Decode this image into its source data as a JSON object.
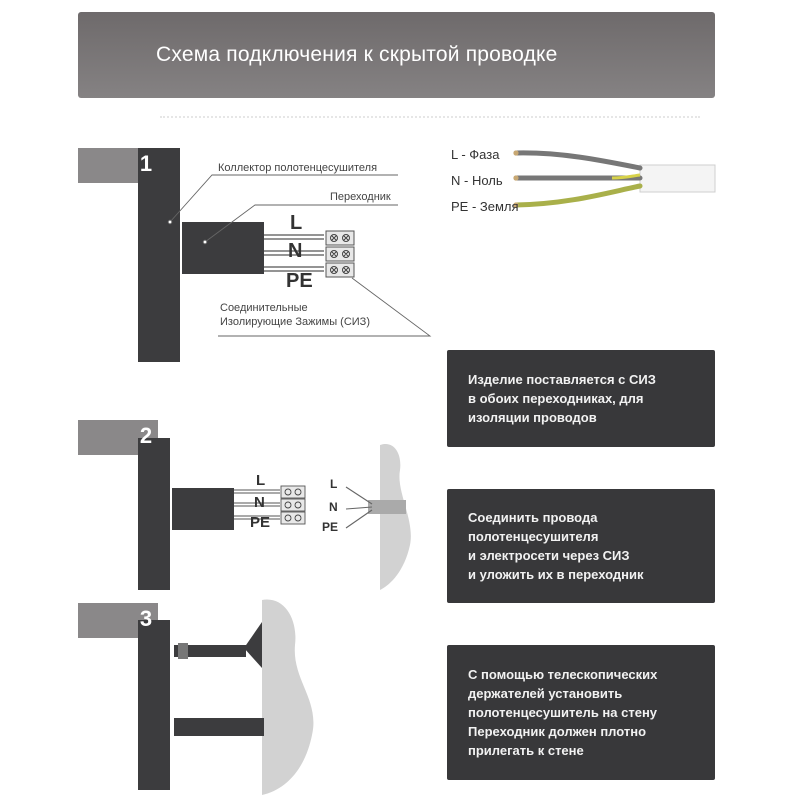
{
  "title": "Схема подключения к скрытой проводке",
  "step1": {
    "number": "1",
    "collector_label": "Коллектор полотенцесушителя",
    "adapter_label": "Переходник",
    "terminals_label": "Соединительные\nИзолирующие Зажимы (СИЗ)",
    "wire_L": "L",
    "wire_N": "N",
    "wire_PE": "PE"
  },
  "cable_legend": {
    "phase": "L - Фаза",
    "neutral": "N - Ноль",
    "ground": "PE - Земля"
  },
  "step2": {
    "number": "2",
    "wire_L": "L",
    "wire_N": "N",
    "wire_PE": "PE",
    "wall_L": "L",
    "wall_N": "N",
    "wall_PE": "PE"
  },
  "step3": {
    "number": "3"
  },
  "instructions": [
    "Изделие поставляется с СИЗ\nв обоих переходниках, для\nизоляции проводов",
    "Соединить провода\nполотенцесушителя\nи электросети через СИЗ\nи уложить их в переходник",
    "С помощью телескопических\nдержателей установить\nполотенцесушитель на стену\nПереходник должен плотно\nприлегать к стене"
  ],
  "colors": {
    "header_bg": "#7a7778",
    "box_bg": "#38383a",
    "dark_fill": "#3c3c3e",
    "tab_fill": "#8a8889",
    "wall_fill": "#d2d2d2",
    "wire_phase_core": "#c8a873",
    "wire_ground": "#b5b83a"
  }
}
